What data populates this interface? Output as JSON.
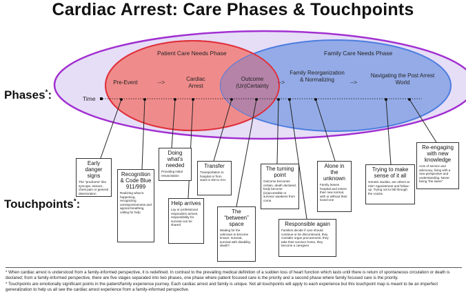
{
  "title": "Cardiac Arrest: Care Phases & Touchpoints",
  "side_labels": {
    "phases": "Phases",
    "touchpoints": "Touchpoints",
    "marker": "*",
    "suffix": ":"
  },
  "timeline_label": "Time",
  "ellipses": {
    "patient": "Patient Care Needs Phase",
    "family": "Family Care Needs Phase"
  },
  "phases": {
    "pre_event": "Pre-Event",
    "arrow1": "-->",
    "cardiac_arrest": "Cardiac Arrest",
    "outcome": "Outcome (Un)Certainty",
    "arrow2": "-->",
    "family_reorg": "Family Reorganization & Normalizing",
    "arrow3": "-->",
    "navigating": "Navigating the Post Arrest World"
  },
  "touchpoints": {
    "early_signs": {
      "title": "Early danger signs",
      "desc": "The “prodrome” like syncope, seizure, chest pain or general deterioration"
    },
    "recognition": {
      "title": "Recognition & Code Blue 911/999",
      "desc": "Realizing what is happening, recognizing unresponsiveness and agonal breathing, calling for help"
    },
    "doing": {
      "title": "Doing what's needed",
      "desc": "Providing initial resuscitation"
    },
    "help": {
      "title": "Help arrives",
      "desc": "Lay or professional responders arrives, responsibility for survival can be shared"
    },
    "transfer": {
      "title": "Transfer",
      "desc": "Transportation to hospital or from ward or ED to ICU"
    },
    "between": {
      "title": "The “between” space",
      "desc": "Waiting for the unknown to become known: survival, survival with disability, death?"
    },
    "turning": {
      "title": "The turning point",
      "desc": "Outcome becomes certain, death declared, body become (in)accessible or survivor awakens from coma"
    },
    "responsible": {
      "title": "Responsible again",
      "desc": "Families decide if care should continue or be discontinued, they consider organ procurement, they take their survivor home, they become a caregiver"
    },
    "alone": {
      "title": "Alone in the unknown",
      "desc": "Family leaves hospital and enters their new normal, with or without their loved-one"
    },
    "sense": {
      "title": "Trying to make sense of it all",
      "desc": "Genetic studies, are others at risk? Appointment and follow-up. Trying not to fall through the cracks."
    },
    "reengaging": {
      "title": "Re-engaging with new knowledge",
      "desc": "Acts of service and advocacy, living with a new perspective and understanding. Never being “the same”"
    }
  },
  "footer": {
    "note1": "* When cardiac arrest is understood from a family-informed perspective, it is redefined. In contrast to the prevailing medical definition of a sudden loss of heart function which lasts until there is return of spontaneous circulation or death is declared; from a family-informed perspective, there are five stages separated into two phases, one phase where patient focused care is the priority and a second phase where family focused care is the priority.",
    "note2": "* Touchpoints are emotionally significant points in the patient/family experience journey. Each cardiac arrest and family is unique. Not all touchpoints will apply to each experience but this touchpoint map is meant to be an imperfect generalization to help us all see the cardiac arrest experience from a family-informed perspective."
  },
  "colors": {
    "outer_fill": "#e6ddf7",
    "outer_stroke": "#a12fd0",
    "patient_fill": "#f08b8b",
    "patient_stroke": "#e0303a",
    "family_fill": "#8fa8e6",
    "family_stroke": "#4b7de0",
    "overlap_fill": "#b583a8"
  }
}
